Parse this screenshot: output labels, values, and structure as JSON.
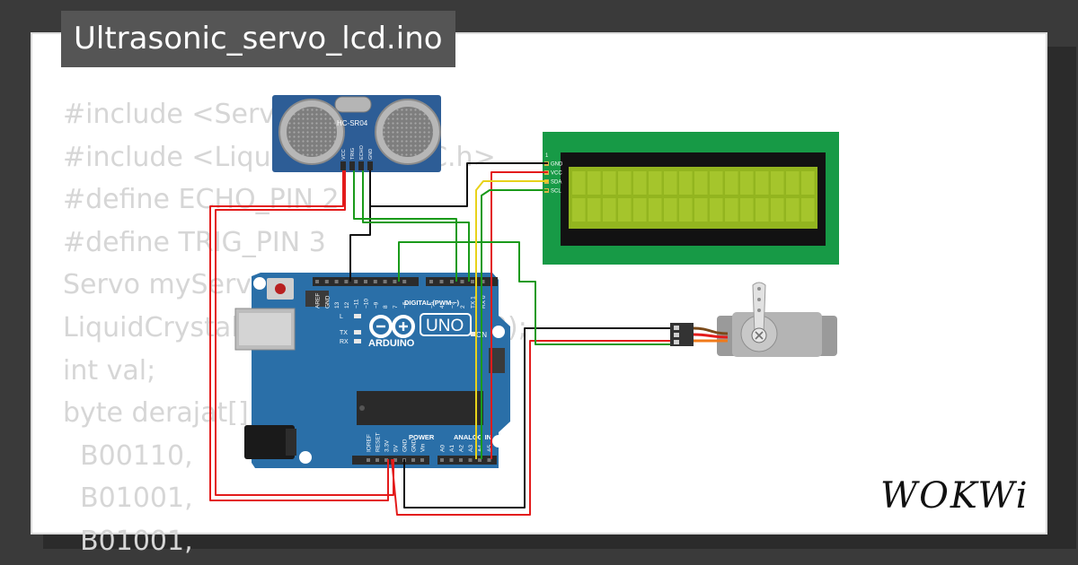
{
  "filename": "Ultrasonic_servo_lcd.ino",
  "code_lines": [
    "#include <Servo.h>",
    "#include <LiquidCrystal_I2C.h>",
    "#define ECHO_PIN 2",
    "#define TRIG_PIN 3",
    "Servo myServo;",
    "LiquidCrystal_I2C lcd(0x27, 16, 2);",
    "int val;",
    "byte derajat[] = {",
    "  B00110,",
    "  B01001,",
    "  B01001,"
  ],
  "brand": "WOKWi",
  "sensor": {
    "label": "HC-SR04",
    "pins": [
      "VCC",
      "TRIG",
      "ECHO",
      "GND"
    ]
  },
  "arduino": {
    "brand": "ARDUINO",
    "model": "UNO",
    "digital_header": "DIGITAL (PWM ~)",
    "digital_pins": [
      "AREF",
      "GND",
      "13",
      "12",
      "~11",
      "~10",
      "~9",
      "8",
      "7",
      "~6",
      "~5",
      "4",
      "~3",
      "2",
      "TX 1",
      "RX 0"
    ],
    "power_header": "POWER",
    "power_pins": [
      "IOREF",
      "RESET",
      "3.3V",
      "5V",
      "GND",
      "GND",
      "Vin"
    ],
    "analog_header": "ANALOG IN",
    "analog_pins": [
      "A0",
      "A1",
      "A2",
      "A3",
      "A4",
      "A5"
    ],
    "leds": [
      "L",
      "TX",
      "RX"
    ],
    "on_label": "ON"
  },
  "lcd": {
    "pins": [
      "GND",
      "VCC",
      "SDA",
      "SCL"
    ],
    "pin1_marker": "1"
  },
  "colors": {
    "wire_red": "#e31b1b",
    "wire_black": "#111111",
    "wire_green": "#1a9a1a",
    "wire_yellow": "#e8d21a",
    "wire_orange": "#f07a1a",
    "board_blue": "#2a6fa8",
    "lcd_green": "#179a46",
    "lcd_screen": "#93b51f"
  }
}
